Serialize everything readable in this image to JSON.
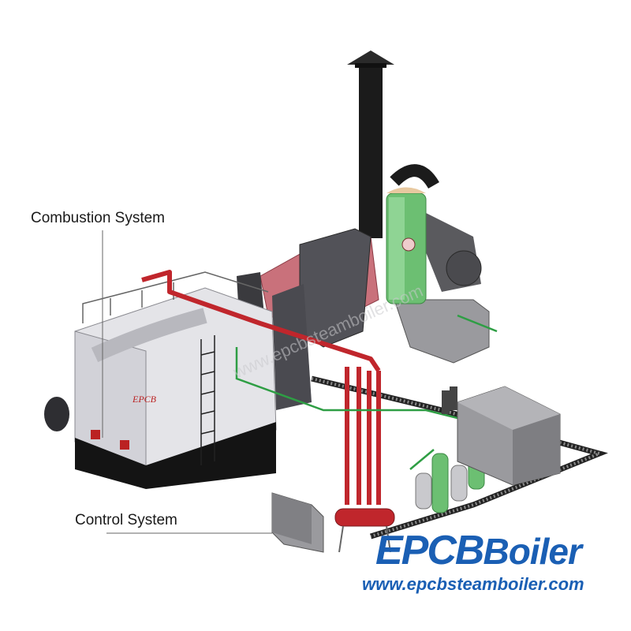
{
  "labels": {
    "combustion": "Combustion System",
    "control": "Control System"
  },
  "boiler_badge": "EPCB",
  "logo": {
    "part_a": "EPC",
    "part_b": "B",
    "word": "Boiler",
    "url": "www.epcbsteamboiler.com"
  },
  "watermark": "www.epcbsteamboiler.com",
  "colors": {
    "brand_blue": "#1a5fb4",
    "steam_pipe": "#c0262c",
    "water_pipe": "#2e9e44",
    "boiler_body": "#e4e4e8",
    "chimney": "#1b1b1b",
    "flue_duct": "#c9717b",
    "dust_collector": "#6cbf72"
  }
}
